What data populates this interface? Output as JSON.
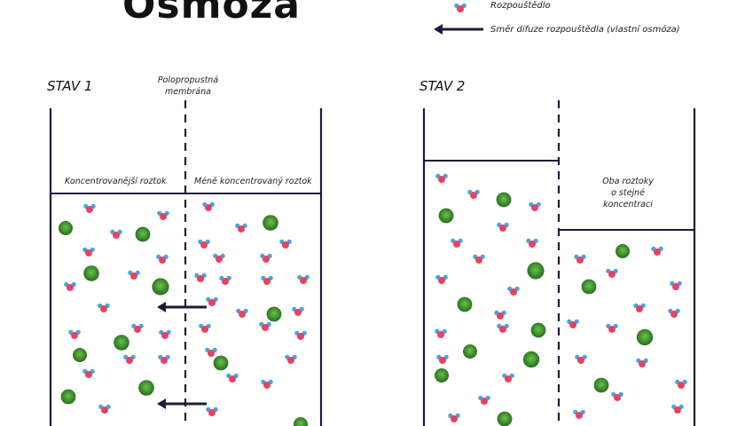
{
  "title": "Osmóza",
  "legend": {
    "solvent_label": "Rozpouštědlo",
    "arrow_label": "Směr difuze rozpouštědla (vlastní osmóza)",
    "solvent_icon": "solvent-molecule-icon",
    "arrow_icon": "arrow-left-icon"
  },
  "state1": {
    "label": "STAV 1",
    "membrane_label_line1": "Polopropustná",
    "membrane_label_line2": "membrána",
    "left_label": "Koncentrovanější roztok",
    "right_label": "Méně koncentrovaný roztok"
  },
  "state2": {
    "label": "STAV 2",
    "right_label_line1": "Oba roztoky",
    "right_label_line2": "o stejné",
    "right_label_line3": "koncentraci"
  },
  "colors": {
    "solute": "#3f8f2f",
    "solvent_core": "#e8425f",
    "solvent_side": "#4aa3df",
    "lines": "#1c1c3a"
  }
}
